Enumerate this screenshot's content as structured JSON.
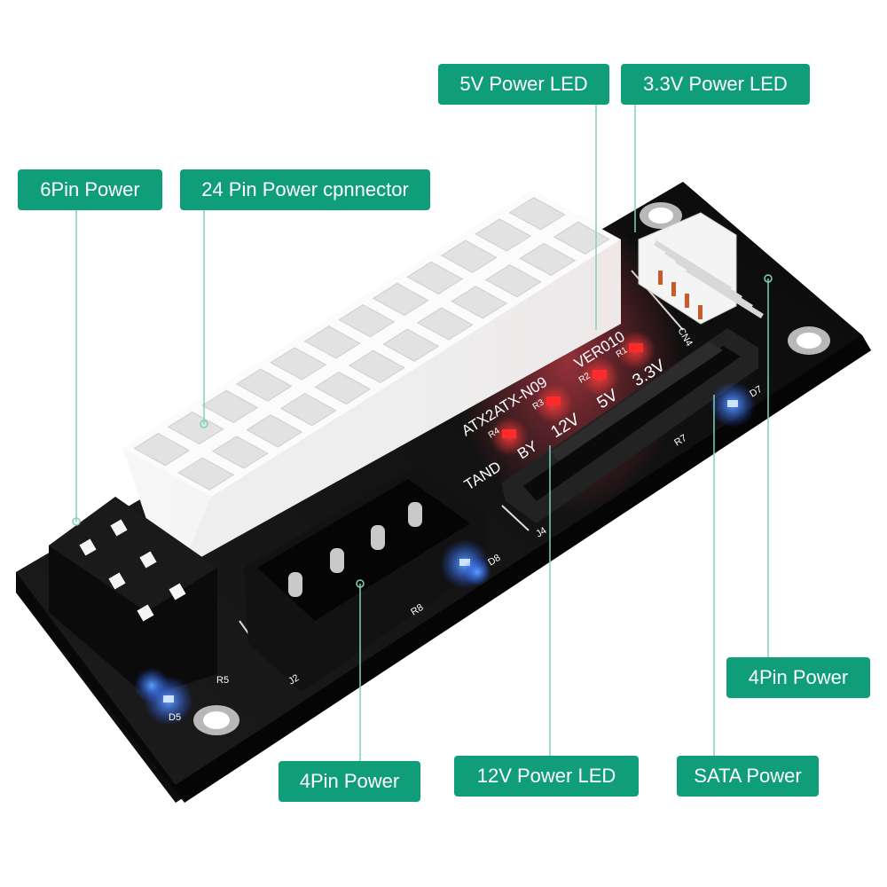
{
  "callouts": {
    "led_5v": "5V Power LED",
    "led_3v3": "3.3V Power LED",
    "pin6_power": "6Pin Power",
    "pin24_connector": "24 Pin Power cpnnector",
    "pin4_power_right": "4Pin Power",
    "pin4_power_bottom": "4Pin Power",
    "led_12v": "12V Power LED",
    "sata_power": "SATA Power"
  },
  "board_silkscreen": {
    "model": "ATX2ATX-N09",
    "version": "VER010",
    "label_12v": "12V",
    "label_5v": "5V",
    "label_3v3": "3.3V",
    "standby_partial": "TAND",
    "standby_suffix": "BY",
    "ref_j2": "J2",
    "ref_j4": "J4",
    "ref_cn4": "CN4",
    "ref_d5": "D5",
    "ref_d7": "D7",
    "ref_d8": "D8",
    "ref_r5": "R5",
    "ref_r7": "R7",
    "ref_r8": "R8",
    "ref_r1": "R1",
    "ref_r2": "R2",
    "ref_r3": "R3",
    "ref_r4": "R4"
  },
  "colors": {
    "accent_green": "#0f9e79",
    "pcb_black": "#151515",
    "led_red": "#ff2a2a",
    "led_blue": "#3a7bff",
    "connector_white": "#f2f2f2"
  }
}
